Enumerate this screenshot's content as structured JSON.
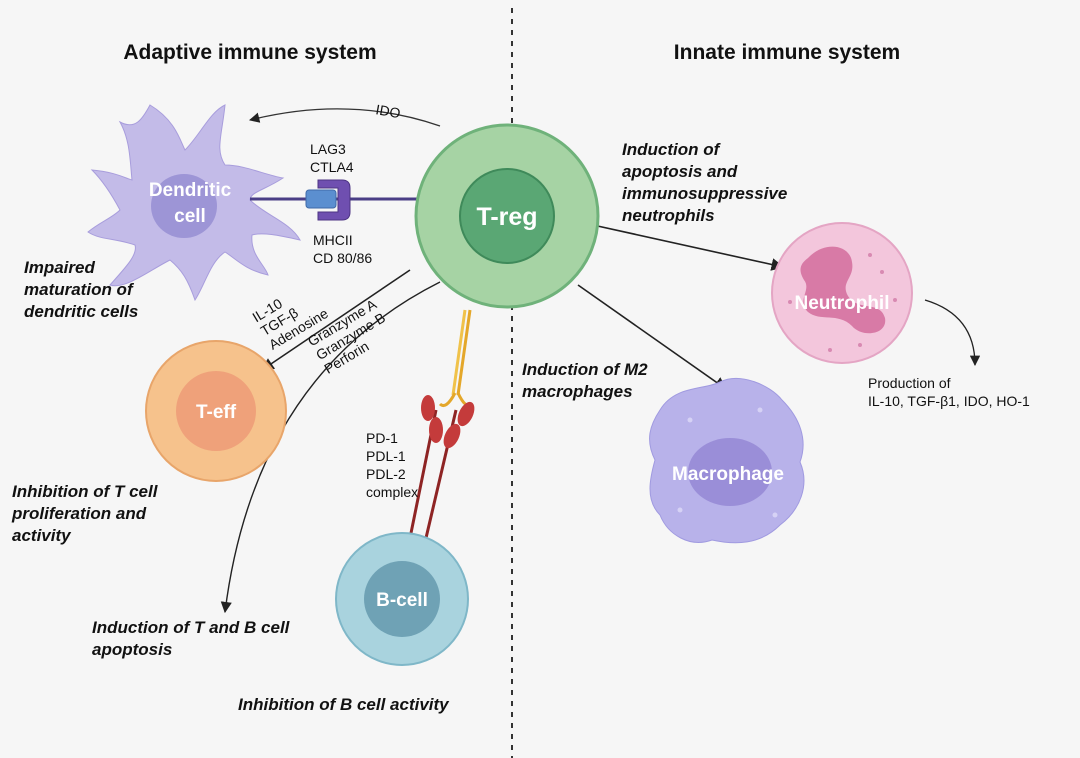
{
  "headers": {
    "adaptive": "Adaptive immune system",
    "innate": "Innate immune system"
  },
  "cells": {
    "treg": "T-reg",
    "dendritic": [
      "Dendritic",
      "cell"
    ],
    "teff": "T-eff",
    "bcell": "B-cell",
    "neutrophil": "Neutrophil",
    "macrophage": "Macrophage"
  },
  "labels": {
    "ido": "IDO",
    "lag3_ctla4": [
      "LAG3",
      "CTLA4"
    ],
    "mhcii_cd": [
      "MHCII",
      "CD 80/86"
    ],
    "cytokines": [
      "IL-10",
      "TGF-β",
      "Adenosine"
    ],
    "granzymes": [
      "Granzyme A",
      "Granzyme B",
      "Perforin"
    ],
    "pd_complex": [
      "PD-1",
      "PDL-1",
      "PDL-2",
      "complex"
    ],
    "production": [
      "Production of",
      "IL-10, TGF-β1, IDO, HO-1"
    ]
  },
  "captions": {
    "impaired_dc": [
      "Impaired",
      "maturation of",
      "dendritic cells"
    ],
    "inhibit_t": [
      "Inhibition of T cell",
      "proliferation and",
      "activity"
    ],
    "apoptosis_tb": [
      "Induction of T and B cell",
      "apoptosis"
    ],
    "inhibit_b": [
      "Inhibition of B cell activity"
    ],
    "apoptosis_neut": [
      "Induction of",
      "apoptosis and",
      "immunosuppressive",
      "neutrophils"
    ],
    "m2": [
      "Induction of M2",
      "macrophages"
    ]
  },
  "colors": {
    "background": "#f6f6f6",
    "treg_outer": "#a6d3a4",
    "treg_inner": "#5aa774",
    "dendritic": "#c3bbe8",
    "teff_outer": "#f6c28c",
    "teff_inner": "#efa17a",
    "bcell_outer": "#a9d3de",
    "bcell_inner": "#6fa2b5",
    "neutrophil": "#f3c6dc",
    "neutrophil_nucleus": "#d87aa6",
    "macrophage": "#b8b2ea",
    "macrophage_nucleus": "#9a8ed8",
    "receptor_purple": "#6f4fb0",
    "receptor_blue": "#5b8fd0",
    "antibody_red": "#c43b3b",
    "antibody_gold": "#f0b93a"
  }
}
